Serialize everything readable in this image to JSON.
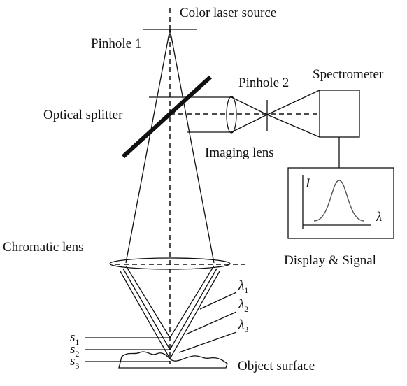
{
  "labels": {
    "source": "Color laser source",
    "pinhole1": "Pinhole 1",
    "pinhole2": "Pinhole 2",
    "spectrometer": "Spectrometer",
    "splitter": "Optical splitter",
    "imaging_lens": "Imaging lens",
    "chromatic_lens": "Chromatic lens",
    "display": "Display & Signal",
    "object_surface": "Object surface"
  },
  "axes": {
    "intensity": "I",
    "wavelength": "λ"
  },
  "wavelengths": [
    {
      "sym": "λ",
      "sub": "1"
    },
    {
      "sym": "λ",
      "sub": "2"
    },
    {
      "sym": "λ",
      "sub": "3"
    }
  ],
  "positions": [
    {
      "sym": "s",
      "sub": "1"
    },
    {
      "sym": "s",
      "sub": "2"
    },
    {
      "sym": "s",
      "sub": "3"
    }
  ]
}
